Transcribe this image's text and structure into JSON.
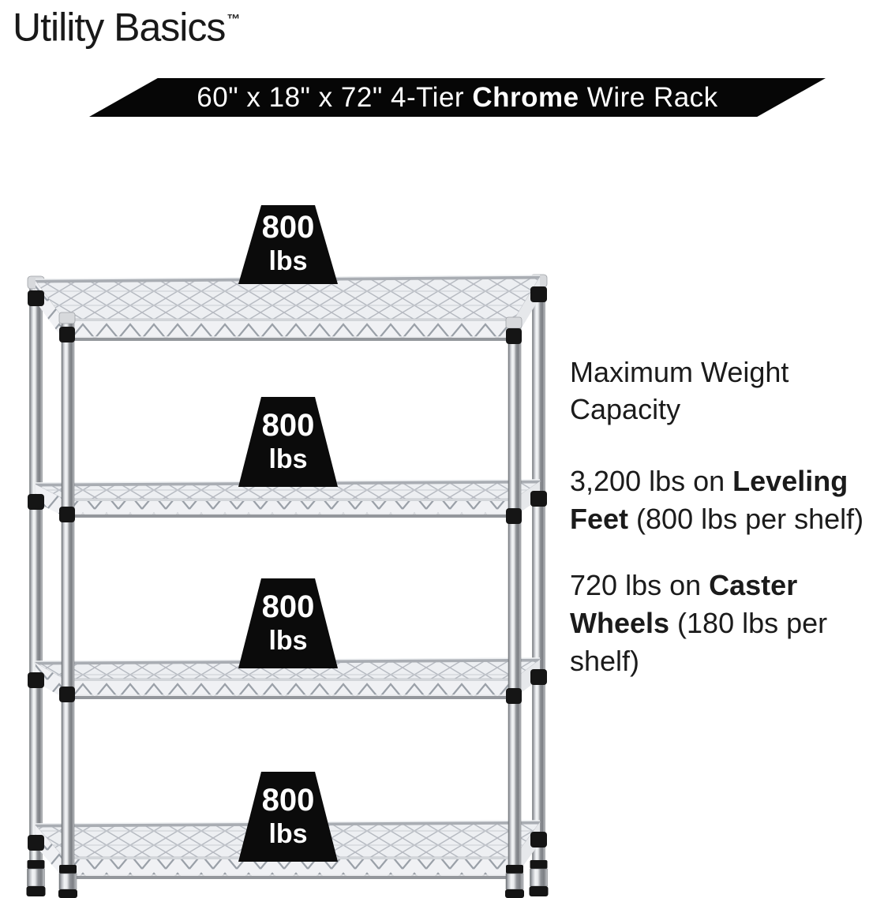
{
  "logo": {
    "brand": "Utility Basics",
    "trademark": "™"
  },
  "banner": {
    "title_pre": "60\" x 18\" x 72\" 4-Tier ",
    "title_bold": "Chrome",
    "title_post": " Wire Rack",
    "bg_color": "#060606",
    "text_color": "#ffffff"
  },
  "weights": [
    {
      "value": "800",
      "unit": "lbs"
    },
    {
      "value": "800",
      "unit": "lbs"
    },
    {
      "value": "800",
      "unit": "lbs"
    },
    {
      "value": "800",
      "unit": "lbs"
    }
  ],
  "info": {
    "heading": "Maximum Weight Capacity",
    "paragraphs": [
      {
        "segments": [
          {
            "text": "3,200 lbs on ",
            "bold": false
          },
          {
            "text": "Leveling Feet",
            "bold": true
          },
          {
            "text": " (800 lbs per shelf)",
            "bold": false
          }
        ]
      },
      {
        "segments": [
          {
            "text": "720 lbs on ",
            "bold": false
          },
          {
            "text": "Caster Wheels",
            "bold": true
          },
          {
            "text": " (180 lbs per shelf)",
            "bold": false
          }
        ]
      }
    ]
  },
  "colors": {
    "background": "#ffffff",
    "text": "#1b1b1b",
    "weight_block": "#0b0b0b",
    "chrome_light": "#edeff2",
    "chrome_mid": "#b6bac1",
    "chrome_dark": "#787b80",
    "collar_black": "#151515"
  },
  "rack": {
    "tiers": 4,
    "shelf_capacity_label": "800 lbs",
    "finish": "Chrome"
  }
}
